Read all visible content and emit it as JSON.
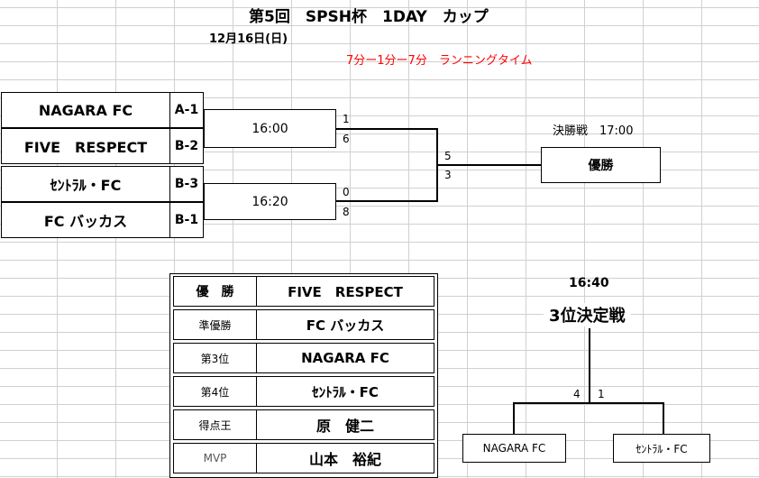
{
  "title": "第5回　SPSH杯　1DAY　カップ",
  "date": "12月16日(日)",
  "format_note": "7分ー1分ー7分　ランニングタイム",
  "accent_color": "#ff0000",
  "bracket": {
    "teams": [
      {
        "name": "NAGARA FC",
        "seed": "A-1"
      },
      {
        "name": "FIVE　RESPECT",
        "seed": "B-2"
      },
      {
        "name": "ｾﾝﾄﾗﾙ・FC",
        "seed": "B-3"
      },
      {
        "name": "FC バッカス",
        "seed": "B-1"
      }
    ],
    "semi1": {
      "time": "16:00",
      "score_top": "1",
      "score_bottom": "6"
    },
    "semi2": {
      "time": "16:20",
      "score_top": "0",
      "score_bottom": "8"
    },
    "final": {
      "label": "決勝戦　17:00",
      "score_top": "5",
      "score_bottom": "3",
      "box_label": "優勝"
    }
  },
  "third_place": {
    "time": "16:40",
    "title": "3位決定戦",
    "score_left": "4",
    "score_right": "1",
    "team_left": "NAGARA FC",
    "team_right": "ｾﾝﾄﾗﾙ・FC"
  },
  "results": [
    {
      "label": "優　勝",
      "value": "FIVE　RESPECT"
    },
    {
      "label": "準優勝",
      "value": "FC バッカス"
    },
    {
      "label": "第3位",
      "value": "NAGARA FC"
    },
    {
      "label": "第4位",
      "value": "ｾﾝﾄﾗﾙ・FC"
    },
    {
      "label": "得点王",
      "value": "原　健二"
    },
    {
      "label": "MVP",
      "value": "山本　裕紀"
    }
  ]
}
